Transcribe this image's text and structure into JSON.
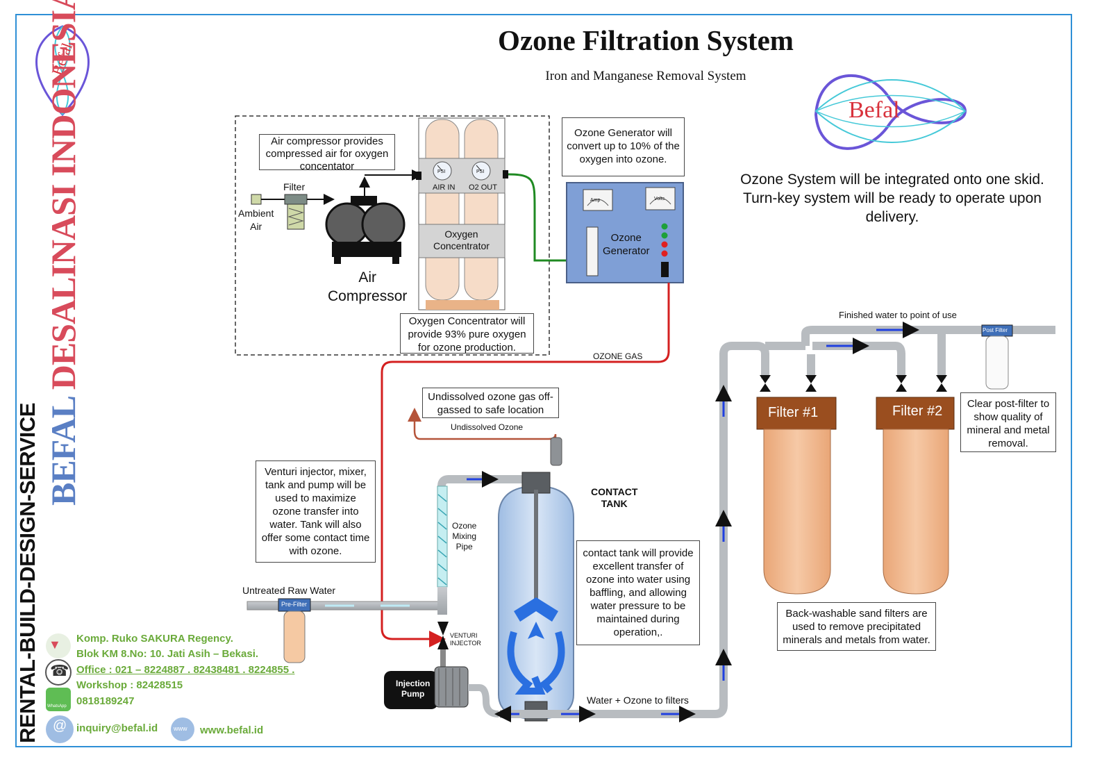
{
  "title": "Ozone Filtration System",
  "subtitle": "Iron and Manganese Removal System",
  "brand": {
    "logo_text": "Befal",
    "vertical_name": "BEFAL DESALINASI INDONESIA",
    "vertical_tagline": "RENTAL-BUILD-DESIGN-SERVICE",
    "colors": {
      "frame": "#2e8fd6",
      "red_text": "#d84b5b",
      "blue_text": "#5a7fc4",
      "green_contact": "#6aaa3a"
    }
  },
  "skid_note": "Ozone System will be integrated onto one skid. Turn-key system will be ready to operate upon delivery.",
  "notes": {
    "air_compressor": "Air compressor provides compressed air for oxygen concentator",
    "ozone_generator": "Ozone Generator will convert up to 10% of the oxygen into ozone.",
    "oxygen_concentrator": "Oxygen Concentrator will provide 93% pure oxygen for ozone production.",
    "undissolved_gas": "Undissolved ozone gas off-gassed to safe location",
    "venturi": "Venturi injector, mixer, tank and pump will be used to maximize ozone transfer into water.  Tank will also offer some contact time with ozone.",
    "contact_tank": "contact tank will provide excellent transfer of ozone into water using baffling, and allowing water pressure to be maintained during operation,.",
    "post_filter": "Clear post-filter to show quality of mineral and metal removal.",
    "sand_filters": "Back-washable sand filters are used to remove precipitated minerals and metals from water."
  },
  "labels": {
    "filter": "Filter",
    "ambient_air": "Ambient\nAir",
    "air_compressor": "Air\nCompressor",
    "air_in": "AIR IN",
    "o2_out": "O2 OUT",
    "psi": "PSI",
    "oxygen_concentrator": "Oxygen\nConcentrator",
    "ozone_generator": "Ozone\nGenerator",
    "amp": "Amp",
    "volts": "Volts",
    "ozone_gas": "OZONE GAS",
    "undissolved_ozone": "Undissolved Ozone",
    "contact_tank": "CONTACT\nTANK",
    "ozone_mixing_pipe": "Ozone\nMixing\nPipe",
    "untreated_raw_water": "Untreated Raw Water",
    "pre_filter": "Pre-Filter",
    "venturi_injector": "VENTURI\nINJECTOR",
    "injection_pump": "Injection\nPump",
    "water_ozone_to_filters": "Water + Ozone to filters",
    "finished_water": "Finished water to point of use",
    "post_filter": "Post Filter",
    "filter1": "Filter #1",
    "filter2": "Filter #2"
  },
  "contact": {
    "address_line1": "Komp. Ruko SAKURA Regency.",
    "address_line2": "Blok KM 8.No: 10. Jati Asih – Bekasi.",
    "office": "Office  : 021 – 8224887  .  82438481  .   8224855  .",
    "workshop": "Workshop  : 82428515",
    "whatsapp": "0818189247",
    "whatsapp_label": "WhatsApp",
    "email": "inquiry@befal.id",
    "web": "www.befal.id",
    "web_icon_text": "www"
  }
}
